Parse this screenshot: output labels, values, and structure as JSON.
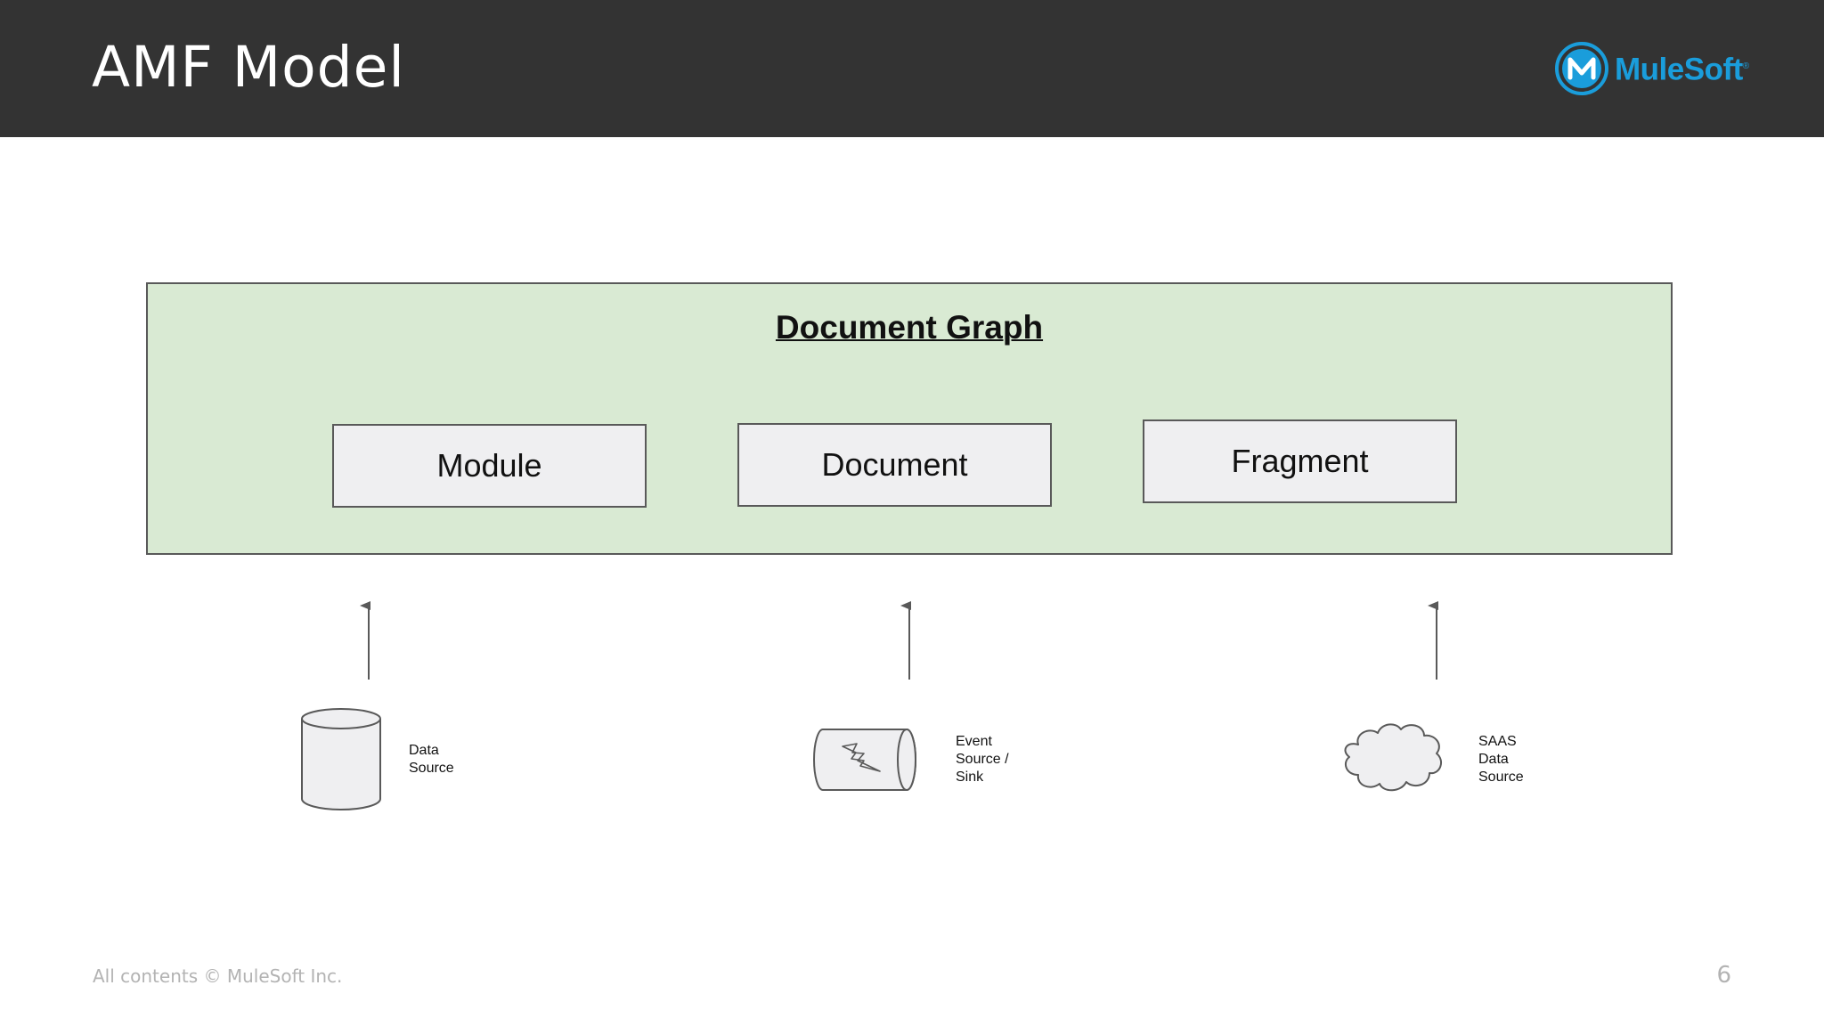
{
  "header": {
    "title": "AMF Model",
    "logo_text": "MuleSoft",
    "logo_mark": "®",
    "logo_icon": "mulesoft-logo-icon",
    "background_color": "#333333",
    "brand_color": "#1a9ddb"
  },
  "diagram": {
    "graph_title": "Document Graph",
    "graph_fill_color": "#d9ead3",
    "nodes": [
      {
        "label": "Module"
      },
      {
        "label": "Document"
      },
      {
        "label": "Fragment"
      }
    ],
    "sources": [
      {
        "icon": "database-cylinder-icon",
        "lines": [
          "Data",
          "Source"
        ]
      },
      {
        "icon": "event-pipe-lightning-icon",
        "lines": [
          "Event",
          "Source /",
          "Sink"
        ]
      },
      {
        "icon": "cloud-icon",
        "lines": [
          "SAAS",
          "Data",
          "Source"
        ]
      }
    ]
  },
  "footer": {
    "copyright": "All contents © MuleSoft Inc.",
    "page_number": "6"
  }
}
